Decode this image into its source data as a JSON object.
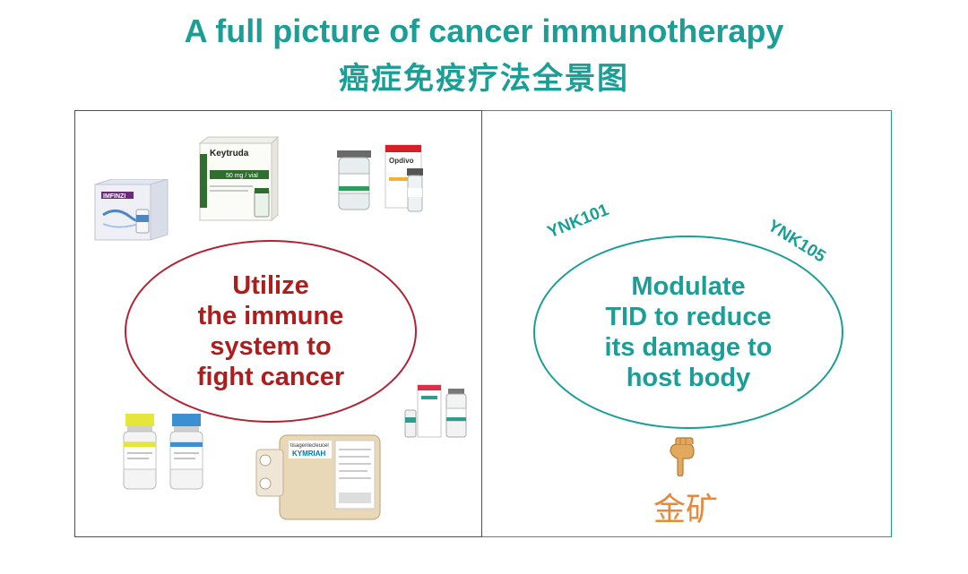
{
  "title": {
    "english": "A full picture of cancer immunotherapy",
    "chinese": "癌症免疫疗法全景图"
  },
  "left_panel": {
    "ellipse_text": "Utilize\nthe immune\nsystem to\nfight cancer",
    "products": {
      "imfinzi": {
        "brand": "IMFINZI"
      },
      "keytruda": {
        "brand": "Keytruda",
        "dose": "50 mg / vial"
      },
      "opdivo": {
        "brand": "Opdivo"
      },
      "kymriah": {
        "label": "tisagenlecleucel",
        "brand": "KYMRIAH"
      }
    }
  },
  "right_panel": {
    "ellipse_text": "Modulate\nTID to reduce\nits damage to\nhost body",
    "label_left": "YNK101",
    "label_right": "YNK105",
    "pointer_icon": "pointing-down-hand-icon",
    "bottom_text": "金矿"
  },
  "colors": {
    "teal": "#1a9e96",
    "red": "#b22234",
    "orange": "#e8893a"
  }
}
